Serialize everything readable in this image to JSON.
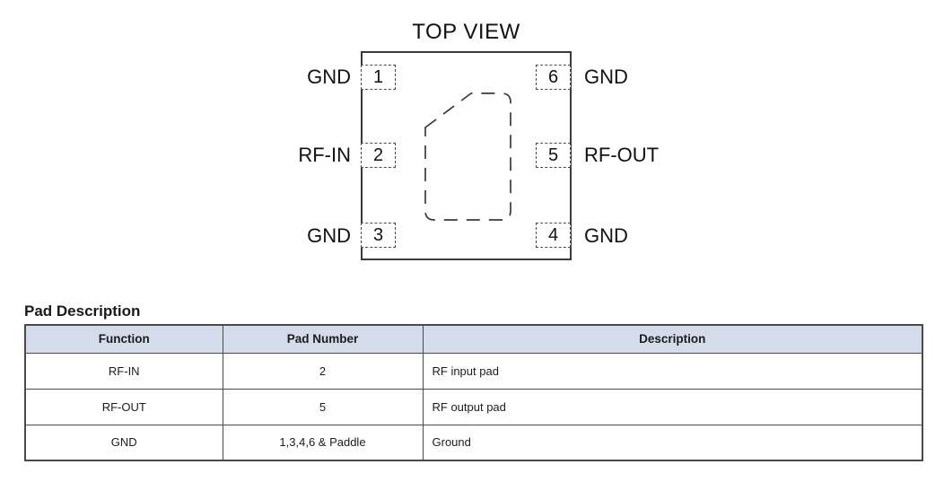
{
  "diagram": {
    "title": "TOP VIEW",
    "pads": [
      {
        "number": "1",
        "label": "GND"
      },
      {
        "number": "2",
        "label": "RF-IN"
      },
      {
        "number": "3",
        "label": "GND"
      },
      {
        "number": "4",
        "label": "GND"
      },
      {
        "number": "5",
        "label": "RF-OUT"
      },
      {
        "number": "6",
        "label": "GND"
      }
    ],
    "paddle_name": "exposed-paddle",
    "line_color": "#3a3a3a"
  },
  "table": {
    "heading": "Pad Description",
    "columns": [
      "Function",
      "Pad Number",
      "Description"
    ],
    "rows": [
      [
        "RF-IN",
        "2",
        "RF input pad"
      ],
      [
        "RF-OUT",
        "5",
        "RF output pad"
      ],
      [
        "GND",
        "1,3,4,6 & Paddle",
        "Ground"
      ]
    ],
    "header_bg": "#d4dbeb",
    "border_color": "#4a4a4a"
  }
}
